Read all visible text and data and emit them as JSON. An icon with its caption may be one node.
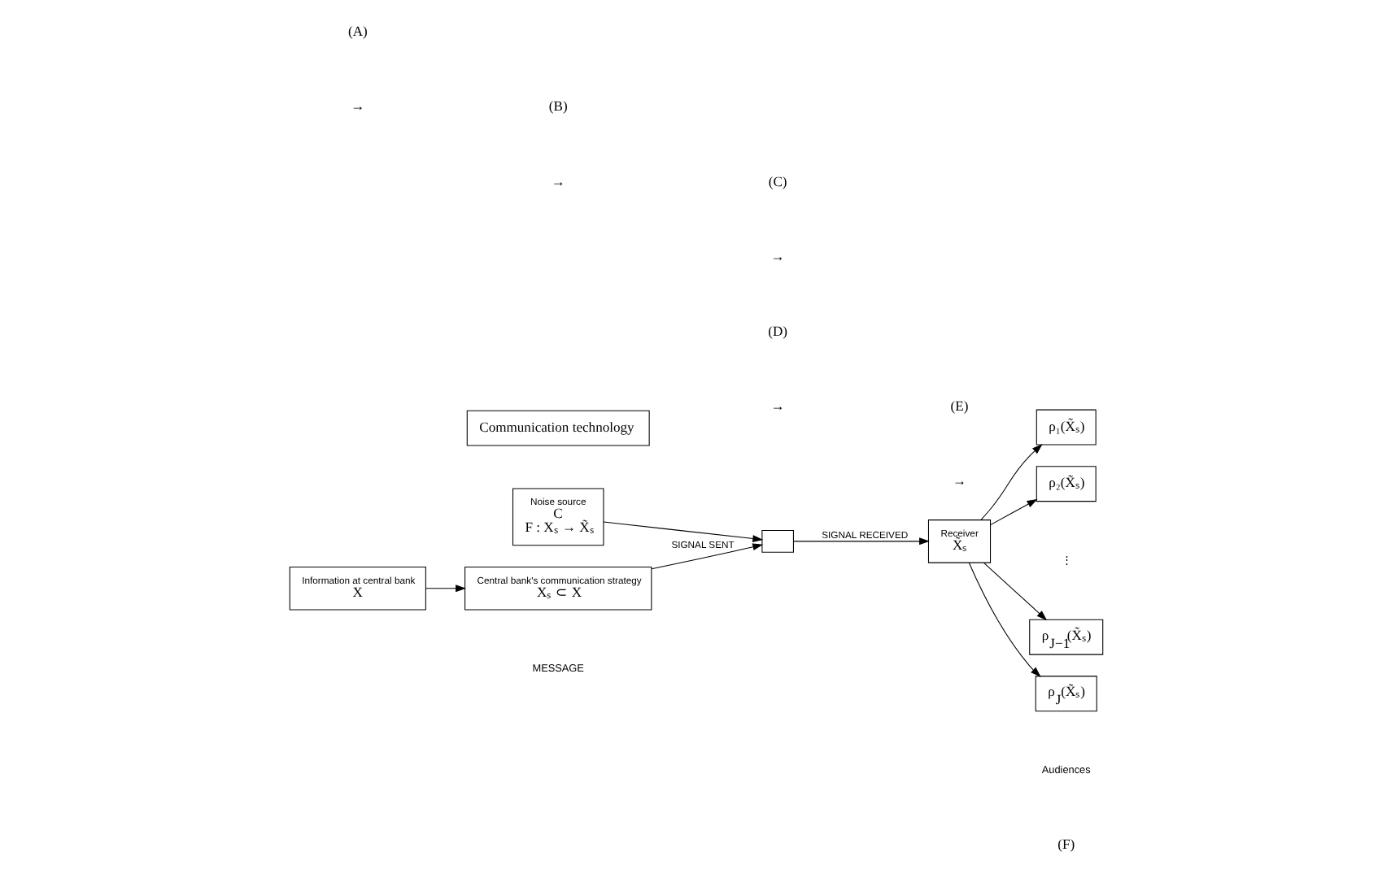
{
  "diagram": {
    "nodes": [
      {
        "text": [
          "Communication technology"
        ]
      },
      {
        "text": [
          "Information at central bank",
          "X"
        ]
      },
      {
        "text": [
          "Central bank's communication strategy",
          "Xₛ ⊂ X"
        ]
      },
      {
        "text": [
          "Noise source",
          "C",
          "F : Xₛ → X̃ₛ"
        ]
      },
      {
        "text": [],
        "shape": "box"
      },
      {
        "text": [
          "Receiver",
          "X̃ₛ"
        ]
      },
      {
        "text": [
          "ρ₁(X̃ₛ)"
        ]
      },
      {
        "text": [
          "ρ₂(X̃ₛ)"
        ]
      },
      {
        "text": [
          "ρ$_{J−1}$(X̃ₛ)"
        ]
      },
      {
        "text": [
          "ρ$_{J}$(X̃ₛ)"
        ]
      }
    ],
    "edges": [
      {
        "from": 1,
        "to": 2,
        "arrow": "to"
      },
      {
        "from": 2,
        "to": 4,
        "arrow": "to",
        "label": "SIGNAL SENT"
      },
      {
        "from": 3,
        "to": 4,
        "arrow": "to"
      },
      {
        "from": 4,
        "to": 5,
        "arrow": "to",
        "label": "SIGNAL RECEIVED"
      },
      {
        "from": 5,
        "to": 6,
        "arrow": "to"
      },
      {
        "from": 5,
        "to": 7,
        "arrow": "to"
      },
      {
        "from": 5,
        "to": 8,
        "arrow": "to"
      },
      {
        "from": 5,
        "to": 9,
        "arrow": "to"
      }
    ],
    "labels": [
      "⋮",
      "MESSAGE",
      "(A)",
      "→",
      "(B)",
      "→",
      "(C)",
      "→",
      "(D)",
      "→",
      "(E)",
      "→",
      "Audiences",
      "(F)"
    ]
  }
}
